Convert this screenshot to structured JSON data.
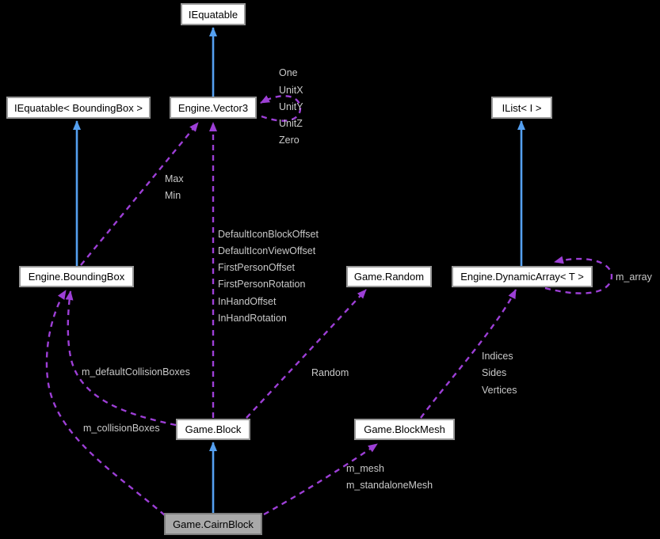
{
  "diagram": {
    "kind": "collaboration-diagram",
    "colors": {
      "background": "#000000",
      "node_fill": "#ffffff",
      "node_border": "#989898",
      "highlighted_node_fill": "#a9a9a9",
      "node_text": "#000000",
      "inheritance_arrow": "#55a0f0",
      "usage_arrow": "#9d3fd6",
      "edge_label_text": "#c9c9c9"
    },
    "nodes": [
      {
        "id": "iequatable",
        "label": "IEquatable"
      },
      {
        "id": "iequatable-boundingbox",
        "label": "IEquatable< BoundingBox >"
      },
      {
        "id": "engine-vector3",
        "label": "Engine.Vector3"
      },
      {
        "id": "ilist-i",
        "label": "IList< I >"
      },
      {
        "id": "engine-boundingbox",
        "label": "Engine.BoundingBox"
      },
      {
        "id": "game-random",
        "label": "Game.Random"
      },
      {
        "id": "engine-dynamicarray-t",
        "label": "Engine.DynamicArray< T >"
      },
      {
        "id": "game-block",
        "label": "Game.Block"
      },
      {
        "id": "game-blockmesh",
        "label": "Game.BlockMesh"
      },
      {
        "id": "game-cairnblock",
        "label": "Game.CairnBlock"
      }
    ],
    "edge_labels": {
      "vector3_self": [
        "One",
        "UnitX",
        "UnitY",
        "UnitZ",
        "Zero"
      ],
      "boundingbox_to_vector3": [
        "Max",
        "Min"
      ],
      "block_to_vector3": [
        "DefaultIconBlockOffset",
        "DefaultIconViewOffset",
        "FirstPersonOffset",
        "FirstPersonRotation",
        "InHandOffset",
        "InHandRotation"
      ],
      "block_to_random": "Random",
      "blockmesh_to_dynamicarray": [
        "Indices",
        "Sides",
        "Vertices"
      ],
      "dynamicarray_self": "m_array",
      "block_to_boundingbox": "m_defaultCollisionBoxes",
      "cairnblock_to_boundingbox": "m_collisionBoxes",
      "cairnblock_to_blockmesh": [
        "m_mesh",
        "m_standaloneMesh"
      ]
    }
  }
}
